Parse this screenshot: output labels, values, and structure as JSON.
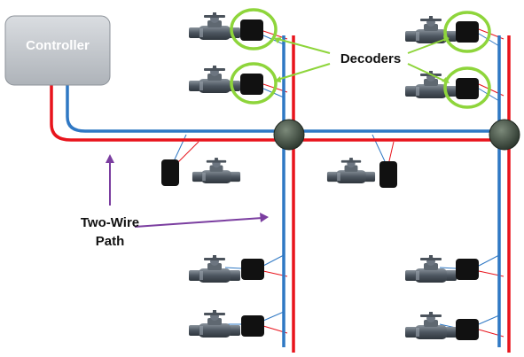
{
  "controller": {
    "label": "Controller"
  },
  "callouts": {
    "decoders": "Decoders",
    "two_wire_line1": "Two-Wire",
    "two_wire_line2": "Path"
  },
  "colors": {
    "wire_red": "#e8141c",
    "wire_blue": "#2f78c4",
    "decoder_body": "#111111",
    "highlight_ring": "#8ed53b",
    "callout_arrow_green": "#8ed53b",
    "callout_arrow_purple": "#7b3ea0",
    "junction": "#3d4a3d",
    "valve": "#5a6470",
    "controller_fill": "#c9cdd2"
  },
  "icons": [
    "valve-icon",
    "decoder-icon",
    "junction-icon"
  ]
}
